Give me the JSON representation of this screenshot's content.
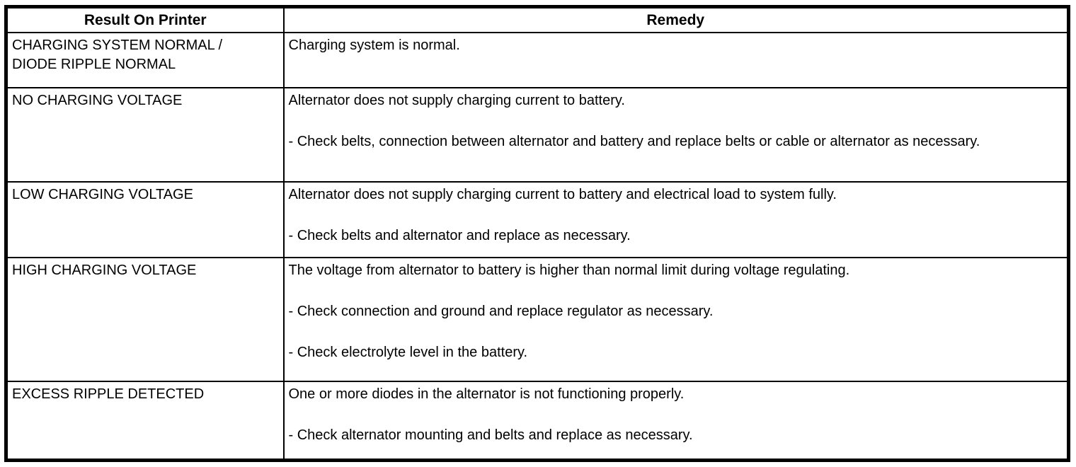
{
  "colors": {
    "background": "#ffffff",
    "border": "#000000",
    "text": "#000000"
  },
  "table": {
    "headers": [
      "Result On Printer",
      "Remedy"
    ],
    "rows": [
      {
        "result_lines": [
          "CHARGING SYSTEM NORMAL /",
          "DIODE RIPPLE NORMAL"
        ],
        "remedy": [
          "Charging system is normal."
        ]
      },
      {
        "result_lines": [
          "NO CHARGING VOLTAGE"
        ],
        "remedy": [
          "Alternator does not supply charging current to battery.",
          "- Check belts, connection between alternator and battery and replace belts or cable or alternator as necessary."
        ]
      },
      {
        "result_lines": [
          "LOW CHARGING VOLTAGE"
        ],
        "remedy": [
          "Alternator does not supply charging current to battery and electrical load to system fully.",
          "- Check belts and alternator and replace as necessary."
        ]
      },
      {
        "result_lines": [
          "HIGH CHARGING VOLTAGE"
        ],
        "remedy": [
          "The voltage from alternator to battery is higher than normal limit during voltage regulating.",
          "- Check connection and ground and replace regulator as necessary.",
          "- Check electrolyte level in the battery."
        ]
      },
      {
        "result_lines": [
          "EXCESS RIPPLE DETECTED"
        ],
        "remedy": [
          "One or more diodes in the alternator is not functioning properly.",
          "- Check alternator mounting and belts and replace as necessary."
        ]
      }
    ]
  }
}
